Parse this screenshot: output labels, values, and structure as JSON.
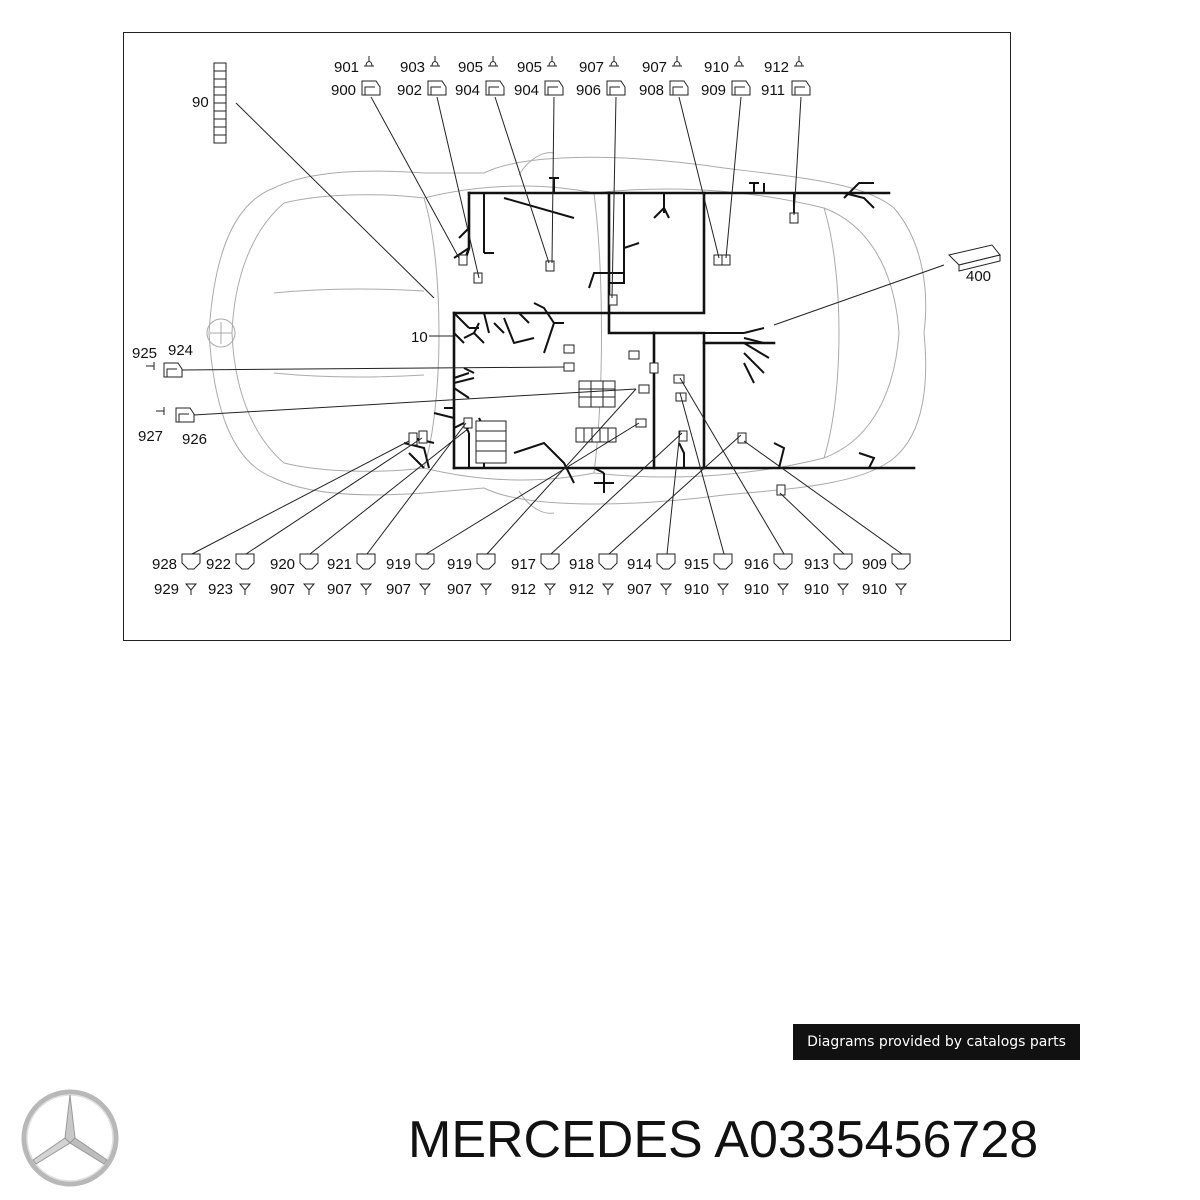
{
  "diagram": {
    "harness_label": "10",
    "connector_block_label": "90",
    "module_label": "400",
    "top_labels": [
      {
        "upper": "901",
        "lower": "900"
      },
      {
        "upper": "903",
        "lower": "902"
      },
      {
        "upper": "905",
        "lower": "904"
      },
      {
        "upper": "905",
        "lower": "904"
      },
      {
        "upper": "907",
        "lower": "906"
      },
      {
        "upper": "907",
        "lower": "908"
      },
      {
        "upper": "910",
        "lower": "909"
      },
      {
        "upper": "912",
        "lower": "911"
      }
    ],
    "left_labels": [
      {
        "outer": "925",
        "inner": "924"
      },
      {
        "outer": "927",
        "inner": "926"
      }
    ],
    "bottom_labels": [
      {
        "upper": "928",
        "lower": "929"
      },
      {
        "upper": "922",
        "lower": "923"
      },
      {
        "upper": "920",
        "lower": "907"
      },
      {
        "upper": "921",
        "lower": "907"
      },
      {
        "upper": "919",
        "lower": "907"
      },
      {
        "upper": "919",
        "lower": "907"
      },
      {
        "upper": "917",
        "lower": "912"
      },
      {
        "upper": "918",
        "lower": "912"
      },
      {
        "upper": "914",
        "lower": "907"
      },
      {
        "upper": "915",
        "lower": "910"
      },
      {
        "upper": "916",
        "lower": "910"
      },
      {
        "upper": "913",
        "lower": "910"
      },
      {
        "upper": "909",
        "lower": "910"
      }
    ]
  },
  "credit_text": "Diagrams provided by catalogs parts",
  "product_title": "MERCEDES A0335456728",
  "logo_icon": "mercedes-star-icon"
}
